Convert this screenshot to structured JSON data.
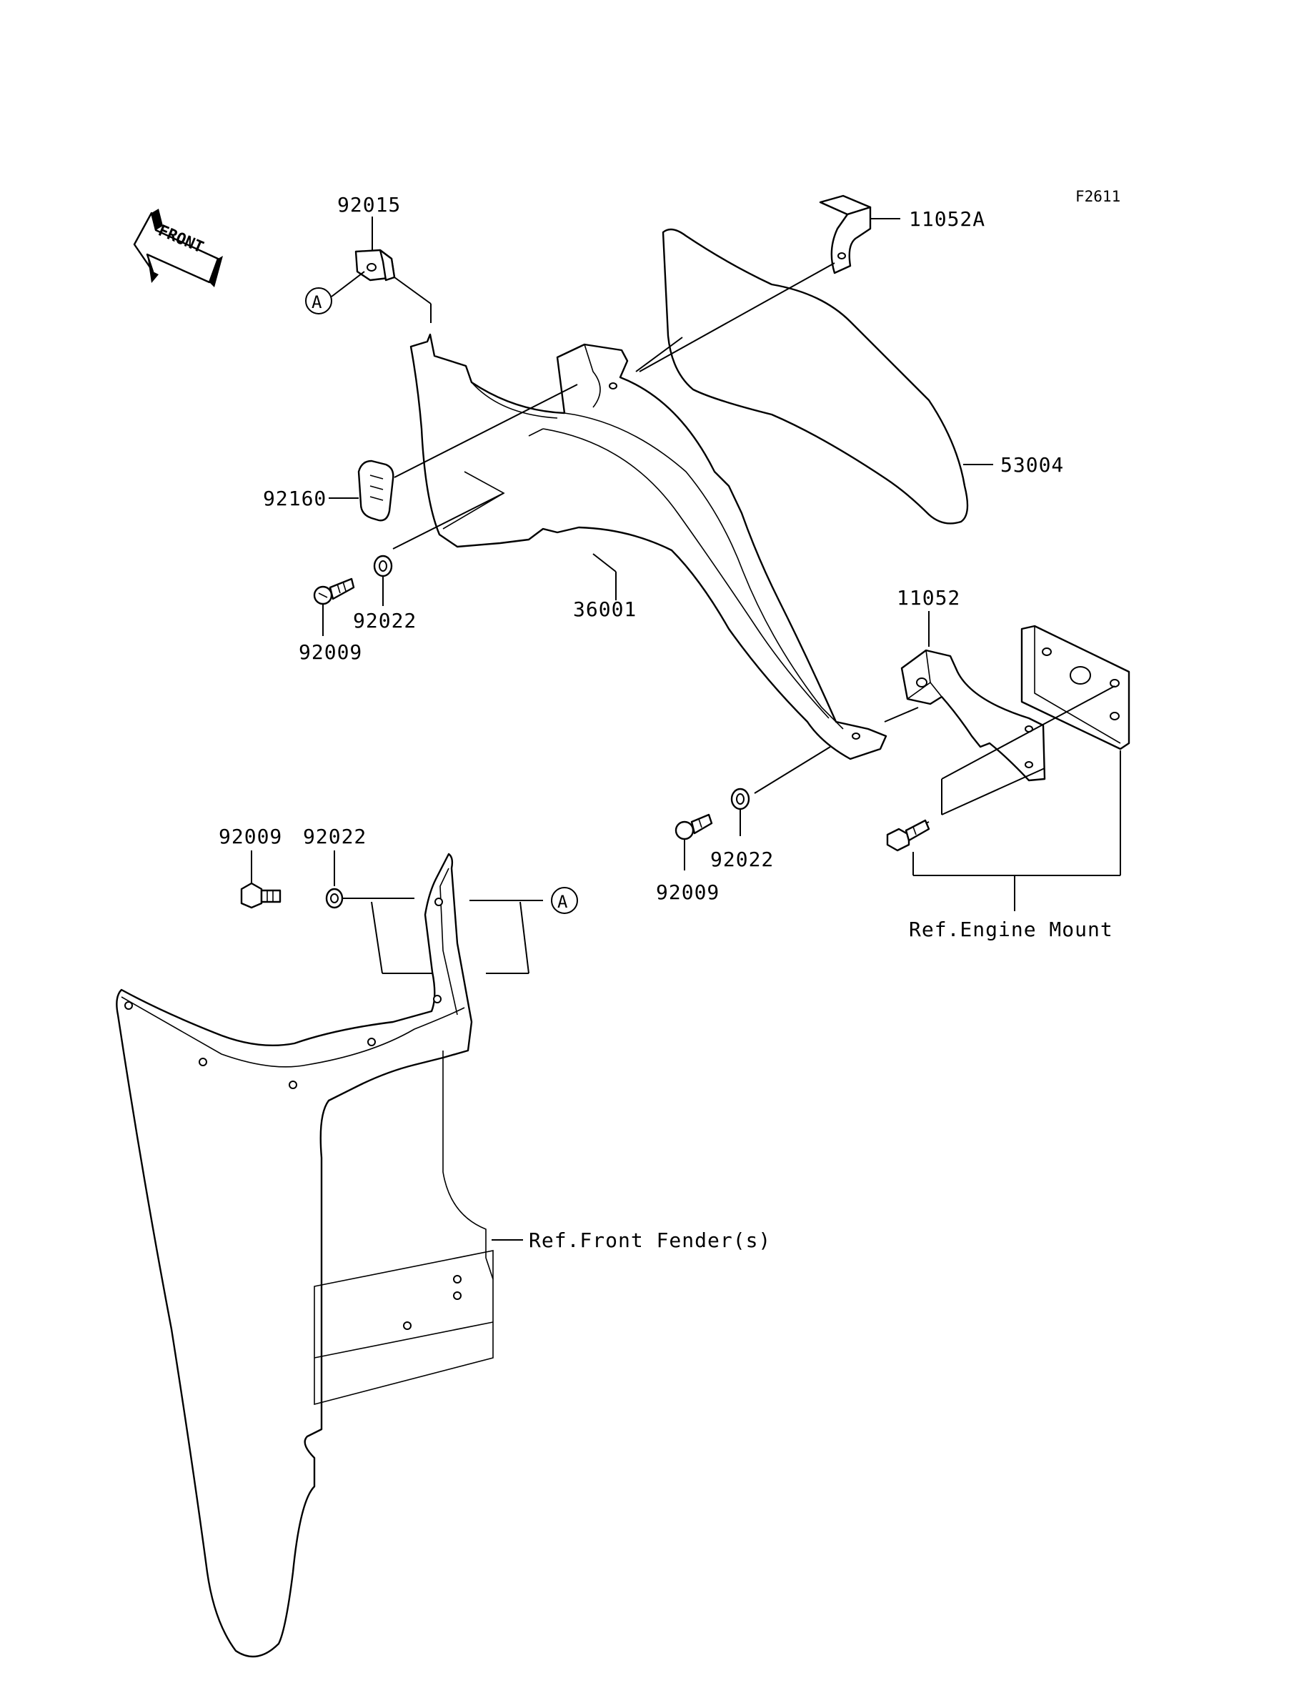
{
  "figure_code": "F2611",
  "front_arrow": {
    "label": "FRONT",
    "icon": "front-direction-arrow-icon"
  },
  "callouts": {
    "ref_a": "A",
    "p92015": "92015",
    "p11052a": "11052A",
    "p53004": "53004",
    "p92160": "92160",
    "p92009_top": "92009",
    "p92022_top": "92022",
    "p36001": "36001",
    "p11052": "11052",
    "p92009_mid": "92009",
    "p92022_mid": "92022",
    "p92009_low": "92009",
    "p92022_low": "92022"
  },
  "references": {
    "engine_mount": "Ref.Engine Mount",
    "front_fender": "Ref.Front Fender(s)"
  }
}
